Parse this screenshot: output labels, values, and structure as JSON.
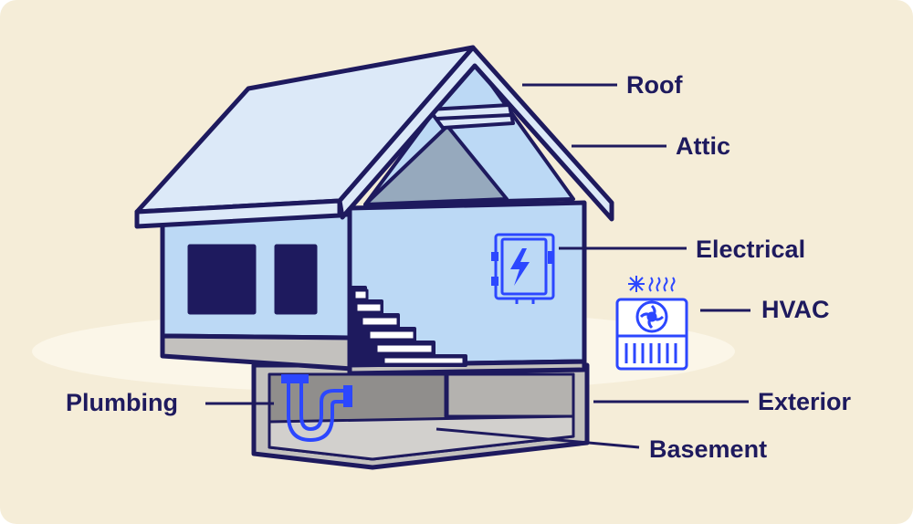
{
  "colors": {
    "background": "#f5edd8",
    "ink": "#1e1a5e",
    "wall": "#bcd9f5",
    "wall_light": "#dbe9f9",
    "roof": "#dce9f8",
    "foundation": "#c3c1be",
    "accent_blue": "#2c47ff",
    "ground": "#f9f3e2"
  },
  "labels": {
    "roof": "Roof",
    "attic": "Attic",
    "electrical": "Electrical",
    "hvac": "HVAC",
    "exterior": "Exterior",
    "plumbing": "Plumbing",
    "basement": "Basement"
  },
  "icons": [
    "electrical-panel-icon",
    "hvac-unit-icon",
    "pipe-trap-icon",
    "snowflake-icon",
    "heat-waves-icon"
  ]
}
